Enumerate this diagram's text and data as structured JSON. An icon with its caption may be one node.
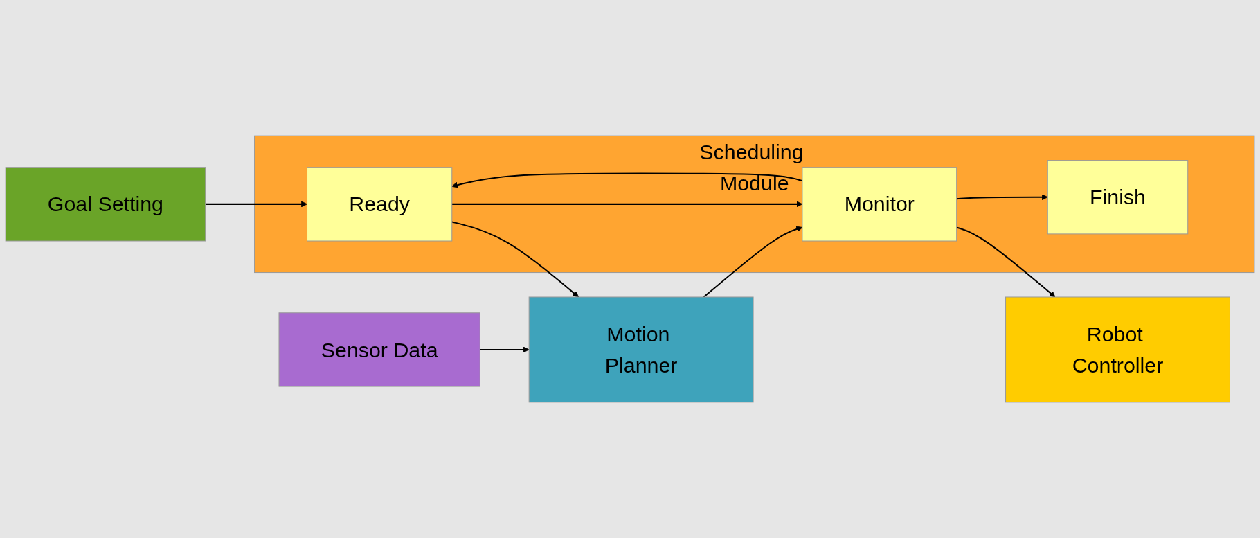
{
  "diagram": {
    "nodes": [
      {
        "text": [
          "Goal Setting"
        ]
      },
      {
        "text": [
          "Scheduling Module"
        ]
      },
      {
        "text": [
          "Ready"
        ],
        "in": 1
      },
      {
        "text": [
          "Monitor"
        ],
        "in": 1
      },
      {
        "text": [
          "Finish"
        ],
        "in": 1
      },
      {
        "text": [
          "Motion Planner"
        ]
      },
      {
        "text": [
          "Robot Controller"
        ]
      },
      {
        "text": [
          "Sensor Data"
        ]
      }
    ],
    "edges": [
      {
        "from": 0,
        "to": 2,
        "arrow": "to"
      },
      {
        "from": 2,
        "to": 5,
        "arrow": "to"
      },
      {
        "from": 2,
        "to": 3,
        "arrow": "to"
      },
      {
        "from": 3,
        "to": 2,
        "arrow": "to"
      },
      {
        "from": 5,
        "to": 3,
        "arrow": "to"
      },
      {
        "from": 3,
        "to": 6,
        "arrow": "to"
      },
      {
        "from": 3,
        "to": 4,
        "arrow": "to"
      },
      {
        "from": 7,
        "to": 5,
        "arrow": "to"
      }
    ]
  }
}
